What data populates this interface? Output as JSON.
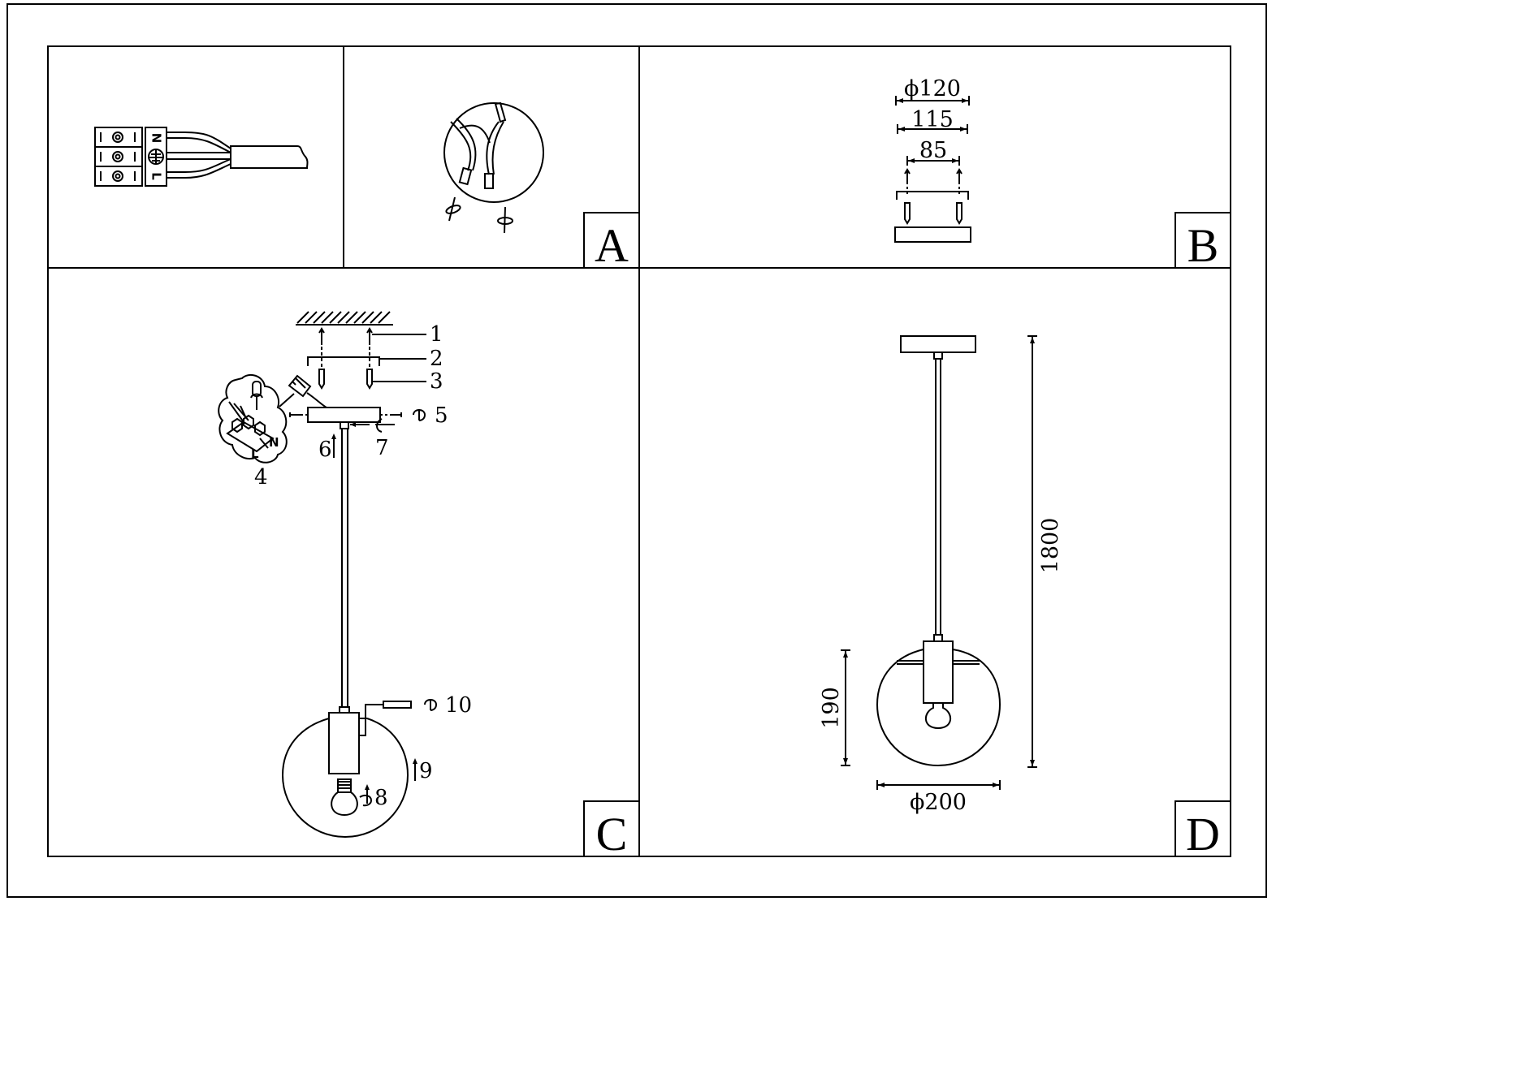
{
  "panels": {
    "a": "A",
    "b": "B",
    "c": "C",
    "d": "D"
  },
  "wiring": {
    "terminal_n": "N",
    "terminal_l": "L"
  },
  "mounting_dims": {
    "diameter": "ϕ120",
    "outer_span": "115",
    "hole_span": "85"
  },
  "parts": {
    "p1": "1",
    "p2": "2",
    "p3": "3",
    "p4": "4",
    "p5": "5",
    "p6": "6",
    "p7": "7",
    "p8": "8",
    "p9": "9",
    "p10": "10",
    "detail_l": "L",
    "detail_n": "N"
  },
  "overall_dims": {
    "height": "1800",
    "shade_height": "190",
    "shade_diameter": "ϕ200"
  }
}
